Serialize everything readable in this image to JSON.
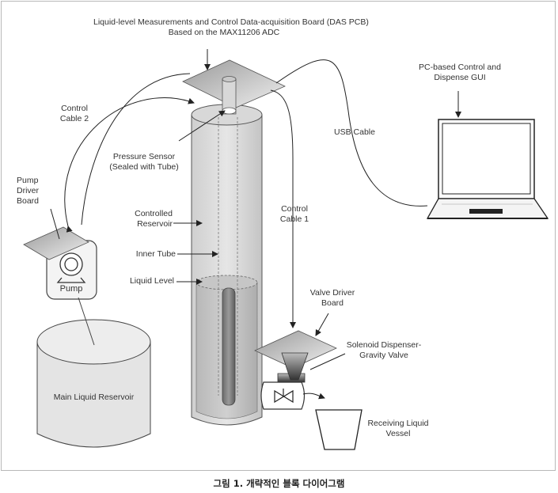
{
  "labels": {
    "das_board": "Liquid-level Measurements and Control Data-acquisition Board (DAS PCB)",
    "das_board_line2": "Based on the MAX11206 ADC",
    "pc_gui": "PC-based Control and",
    "pc_gui_line2": "Dispense GUI",
    "control_cable_2": "Control",
    "control_cable_2_line2": "Cable 2",
    "usb_cable": "USB Cable",
    "pressure_sensor": "Pressure Sensor",
    "pressure_sensor_line2": "(Sealed with Tube)",
    "pump_driver_board": "Pump",
    "pump_driver_board_line2": "Driver",
    "pump_driver_board_line3": "Board",
    "controlled_reservoir": "Controlled",
    "controlled_reservoir_line2": "Reservoir",
    "control_cable_1": "Control",
    "control_cable_1_line2": "Cable 1",
    "inner_tube": "Inner Tube",
    "liquid_level": "Liquid Level",
    "valve_driver_board": "Valve Driver",
    "valve_driver_board_line2": "Board",
    "solenoid_valve": "Solenoid Dispenser-",
    "solenoid_valve_line2": "Gravity Valve",
    "pump": "Pump",
    "main_reservoir": "Main Liquid Reservoir",
    "receiving_vessel": "Receiving Liquid",
    "receiving_vessel_line2": "Vessel"
  },
  "caption": "그림 1. 개략적인 블록 다이어그램"
}
